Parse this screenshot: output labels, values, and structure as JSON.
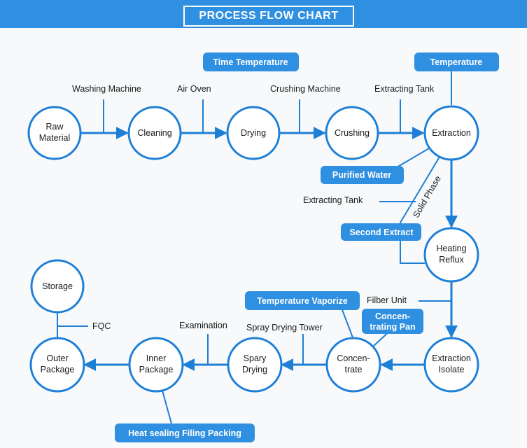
{
  "title": "PROCESS FLOW CHART",
  "colors": {
    "accent": "#2f8fe0",
    "line": "#1e7fd6",
    "text": "#1a1a1a",
    "background": "#f7f9fb"
  },
  "nodes": {
    "raw_material": [
      "Raw",
      "Material"
    ],
    "cleaning": [
      "Cleaning"
    ],
    "drying": [
      "Drying"
    ],
    "crushing": [
      "Crushing"
    ],
    "extraction": [
      "Extraction"
    ],
    "heating_reflux": [
      "Heating",
      "Reflux"
    ],
    "extraction_isolate": [
      "Extraction",
      "Isolate"
    ],
    "concentrate": [
      "Concen-",
      "trate"
    ],
    "spary_drying": [
      "Spary",
      "Drying"
    ],
    "inner_package": [
      "Inner",
      "Package"
    ],
    "outer_package": [
      "Outer",
      "Package"
    ],
    "storage": [
      "Storage"
    ]
  },
  "annotations": {
    "washing_machine": "Washing Machine",
    "air_oven": "Air Oven",
    "crushing_machine": "Crushing Machine",
    "extracting_tank_top": "Extracting Tank",
    "extracting_tank_mid": "Extracting Tank",
    "solid_phase": "Solid Phase",
    "filber_unit": "Filber Unit",
    "spray_drying_tower": "Spray Drying Tower",
    "examination": "Examination",
    "fqc": "FQC"
  },
  "pills": {
    "time_temperature": "Time Temperature",
    "temperature": "Temperature",
    "purified_water": "Purified Water",
    "second_extract": "Second Extract",
    "temperature_vaporize": "Temperature Vaporize",
    "concentrating_pan": [
      "Concen-",
      "trating Pan"
    ],
    "heat_sealing": "Heat sealing Filing Packing"
  }
}
